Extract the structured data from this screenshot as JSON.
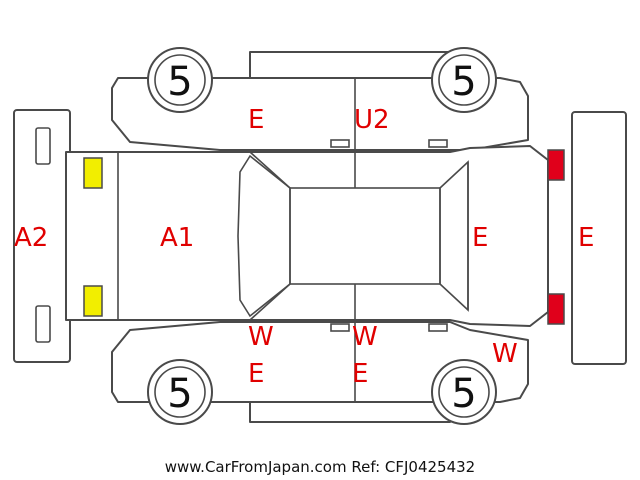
{
  "damage_marks": {
    "rear_bumper": "A2",
    "hood": "A1",
    "front_left_door": "E",
    "rear_left_door": "U2",
    "windscreen_side": "E",
    "front_bumper": "E",
    "front_right_door_top": "W",
    "front_right_door_bottom": "E",
    "rear_right_door_top": "W",
    "rear_right_door_bottom": "E",
    "right_front_corner": "W"
  },
  "tyres": {
    "top_left": "5",
    "top_right": "5",
    "bottom_left": "5",
    "bottom_right": "5"
  },
  "lights": {
    "rear_color": "#f2ee00",
    "front_color": "#e0001b"
  },
  "footer": {
    "text": "www.CarFromJapan.com Ref: CFJ0425432"
  }
}
